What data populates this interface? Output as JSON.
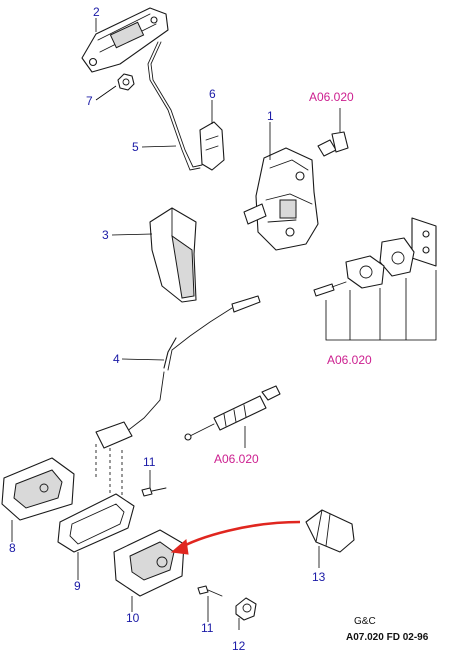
{
  "labels": {
    "p1": "1",
    "p2": "2",
    "p3": "3",
    "p4": "4",
    "p5": "5",
    "p6": "6",
    "p7": "7",
    "p8": "8",
    "p9": "9",
    "p10": "10",
    "p11a": "11",
    "p11b": "11",
    "p12": "12",
    "p13": "13"
  },
  "references": {
    "latch_bolt": "A06.020",
    "striker_screws": "A06.020",
    "cable_rod": "A06.020"
  },
  "footer": {
    "brand": "G&C",
    "code": "A07.020 FD 02-96"
  },
  "colors": {
    "part_number": "#1a1aa6",
    "reference": "#cc1f8f",
    "arrow": "#e0261f",
    "outline": "#1a1a1a"
  }
}
